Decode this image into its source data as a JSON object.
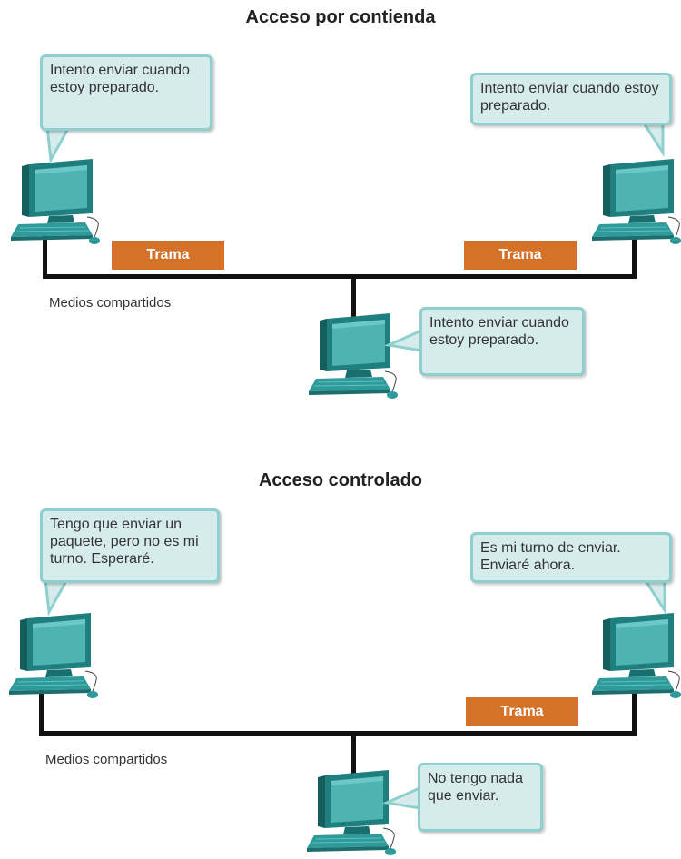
{
  "contention": {
    "title": "Acceso por contienda",
    "media_label": "Medios compartidos",
    "frame_left": "Trama",
    "frame_right": "Trama",
    "bubble_left": "Intento enviar cuando estoy preparado.",
    "bubble_right": "Intento enviar cuando estoy preparado.",
    "bubble_bottom": "Intento enviar cuando estoy preparado."
  },
  "controlled": {
    "title": "Acceso controlado",
    "media_label": "Medios compartidos",
    "frame_right": "Trama",
    "bubble_left": "Tengo que enviar un paquete, pero no es mi turno. Esperaré.",
    "bubble_right": "Es mi turno de enviar. Enviaré ahora.",
    "bubble_bottom": "No tengo nada que enviar."
  },
  "colors": {
    "frame": "#d4722a",
    "bubble_fill": "#d6ecec",
    "bubble_border": "#8fd0cf",
    "computer": "#2f9a9a"
  }
}
